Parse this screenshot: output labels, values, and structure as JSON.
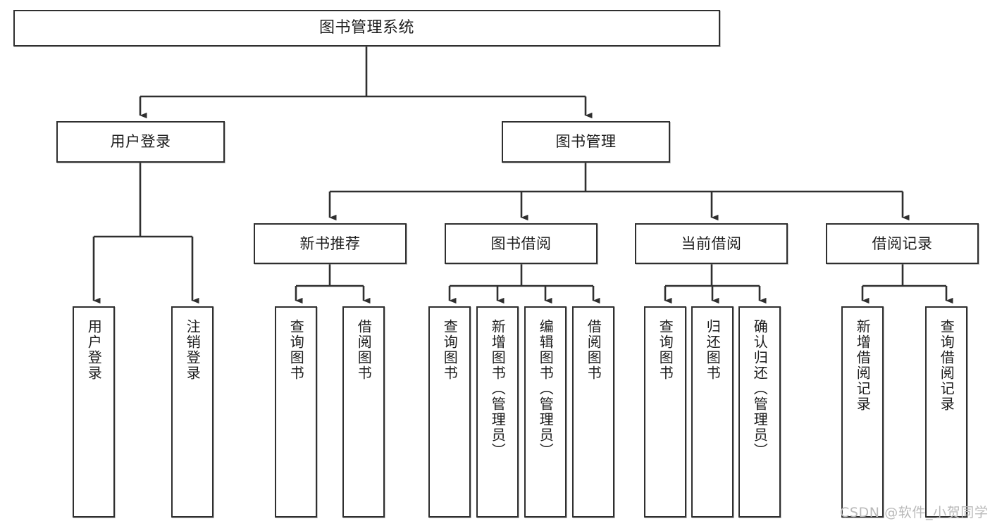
{
  "diagram": {
    "title": "图书管理系统",
    "type": "tree-hierarchy-chart",
    "orientation": "top-down",
    "line_color": "#2f2f2f",
    "box_fill": "#ffffff",
    "text_color": "#1c1c1c"
  },
  "watermark": {
    "text": "CSDN @软件_小贺同学",
    "color": "#b9b9b9"
  },
  "nodes": {
    "root": {
      "label": "图书管理系统"
    },
    "level1": [
      {
        "label": "用户登录"
      },
      {
        "label": "图书管理"
      }
    ],
    "level2": [
      {
        "label": "新书推荐"
      },
      {
        "label": "图书借阅"
      },
      {
        "label": "当前借阅"
      },
      {
        "label": "借阅记录"
      }
    ],
    "leaves": {
      "user_login": [
        {
          "label": "用户登录"
        },
        {
          "label": "注销登录"
        }
      ],
      "new_book": [
        {
          "label": "查询图书"
        },
        {
          "label": "借阅图书"
        }
      ],
      "book_borrow": [
        {
          "label": "查询图书"
        },
        {
          "label": "新增图书（管理员）"
        },
        {
          "label": "编辑图书（管理员）"
        },
        {
          "label": "借阅图书"
        }
      ],
      "current_borrow": [
        {
          "label": "查询图书"
        },
        {
          "label": "归还图书"
        },
        {
          "label": "确认归还（管理员）"
        }
      ],
      "borrow_record": [
        {
          "label": "新增借阅记录"
        },
        {
          "label": "查询借阅记录"
        }
      ]
    }
  }
}
